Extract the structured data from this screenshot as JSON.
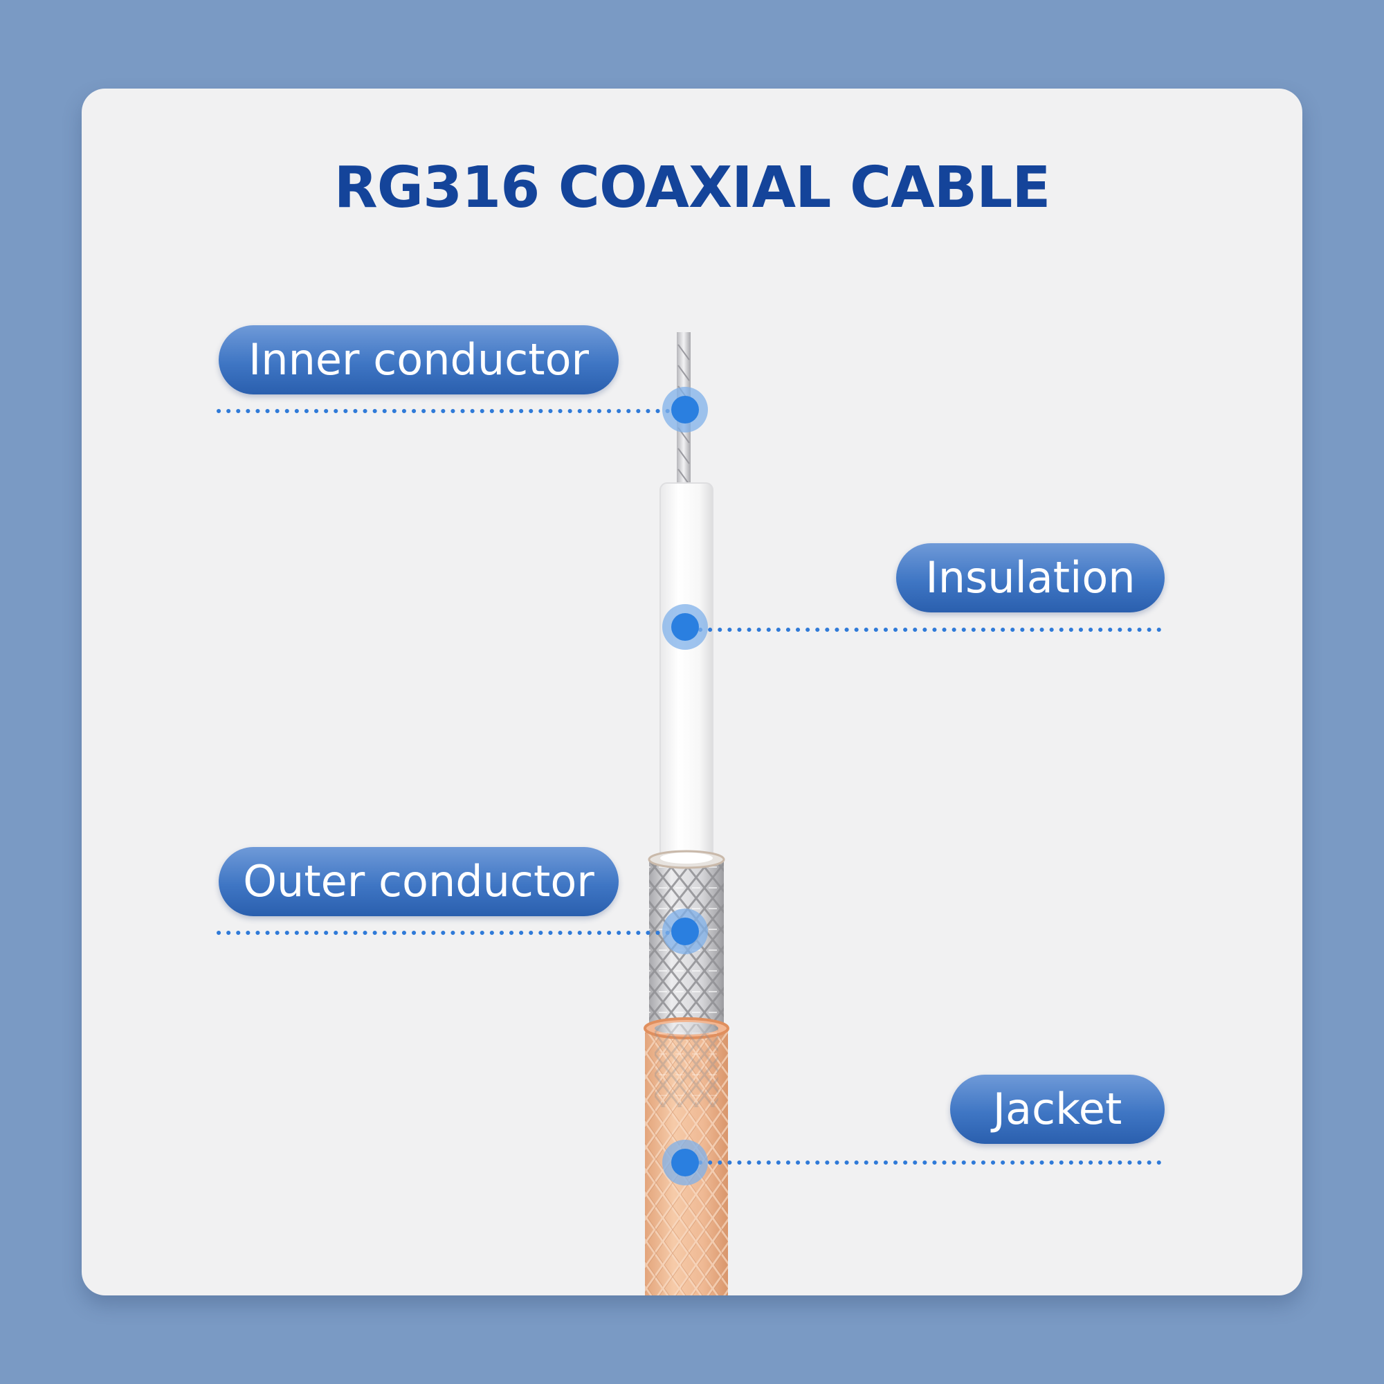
{
  "title": "RG316 COAXIAL CABLE",
  "labels": {
    "inner_conductor": "Inner conductor",
    "insulation": "Insulation",
    "outer_conductor": "Outer conductor",
    "jacket": "Jacket"
  },
  "colors": {
    "page_background": "#7a9ac4",
    "card_background": "#f1f1f2",
    "title": "#14449a",
    "pill": "#3f76c4",
    "marker": "#2a7fe0",
    "dotted_line": "#2f7ad8",
    "jacket": "#e8b08a",
    "insulation": "#fbfbfb",
    "braid": "#c9c9c9"
  }
}
